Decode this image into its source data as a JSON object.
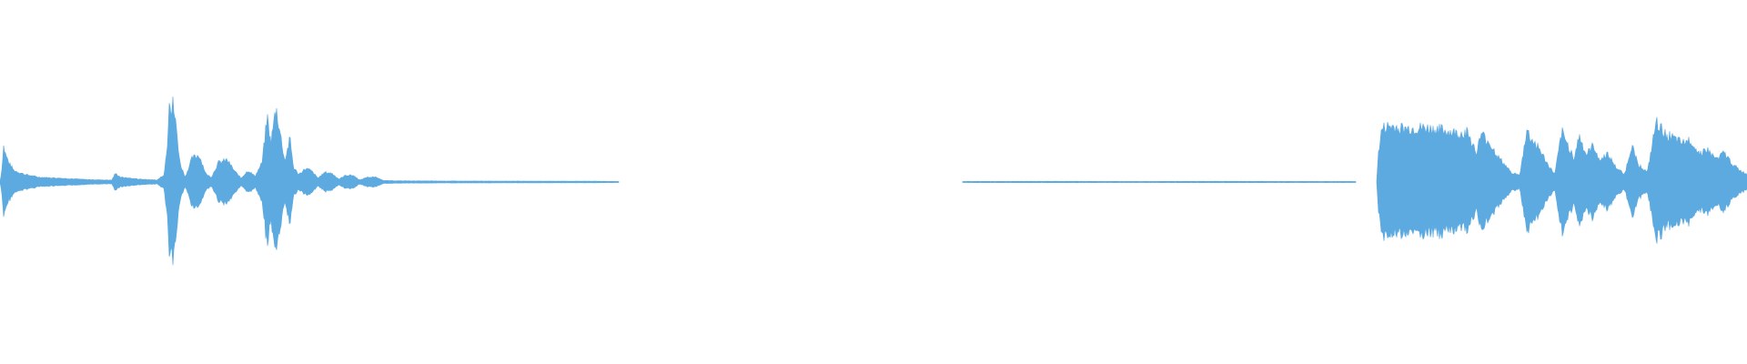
{
  "waveform": {
    "color": "#5daae0",
    "background": "#ffffff",
    "segments": [
      {
        "name": "segment-1",
        "envelope": [
          [
            0.0,
            0.0
          ],
          [
            0.001,
            0.12
          ],
          [
            0.002,
            0.38
          ],
          [
            0.003,
            0.3
          ],
          [
            0.005,
            0.2
          ],
          [
            0.008,
            0.12
          ],
          [
            0.014,
            0.08
          ],
          [
            0.022,
            0.05
          ],
          [
            0.035,
            0.04
          ],
          [
            0.05,
            0.025
          ],
          [
            0.064,
            0.02
          ],
          [
            0.066,
            0.09
          ],
          [
            0.069,
            0.05
          ],
          [
            0.08,
            0.03
          ],
          [
            0.09,
            0.02
          ],
          [
            0.094,
            0.08
          ],
          [
            0.096,
            0.45
          ],
          [
            0.097,
            0.98
          ],
          [
            0.098,
            0.7
          ],
          [
            0.099,
            0.82
          ],
          [
            0.101,
            0.55
          ],
          [
            0.103,
            0.2
          ],
          [
            0.106,
            0.05
          ],
          [
            0.11,
            0.25
          ],
          [
            0.114,
            0.28
          ],
          [
            0.118,
            0.08
          ],
          [
            0.121,
            0.05
          ],
          [
            0.125,
            0.2
          ],
          [
            0.13,
            0.23
          ],
          [
            0.134,
            0.12
          ],
          [
            0.138,
            0.04
          ],
          [
            0.142,
            0.12
          ],
          [
            0.146,
            0.06
          ],
          [
            0.15,
            0.2
          ],
          [
            0.153,
            0.68
          ],
          [
            0.155,
            0.4
          ],
          [
            0.158,
            0.78
          ],
          [
            0.16,
            0.55
          ],
          [
            0.163,
            0.22
          ],
          [
            0.166,
            0.45
          ],
          [
            0.168,
            0.15
          ],
          [
            0.171,
            0.08
          ],
          [
            0.175,
            0.14
          ],
          [
            0.178,
            0.12
          ],
          [
            0.182,
            0.04
          ],
          [
            0.186,
            0.1
          ],
          [
            0.19,
            0.09
          ],
          [
            0.194,
            0.03
          ],
          [
            0.198,
            0.07
          ],
          [
            0.202,
            0.07
          ],
          [
            0.206,
            0.02
          ],
          [
            0.21,
            0.05
          ],
          [
            0.215,
            0.05
          ],
          [
            0.22,
            0.015
          ],
          [
            0.23,
            0.012
          ],
          [
            0.26,
            0.01
          ],
          [
            0.3,
            0.009
          ],
          [
            0.34,
            0.008
          ],
          [
            0.353,
            0.006
          ],
          [
            0.354,
            0.0
          ]
        ]
      },
      {
        "name": "segment-2",
        "envelope": [
          [
            0.551,
            0.0
          ],
          [
            0.552,
            0.006
          ],
          [
            0.6,
            0.007
          ],
          [
            0.65,
            0.006
          ],
          [
            0.7,
            0.007
          ],
          [
            0.75,
            0.006
          ],
          [
            0.775,
            0.006
          ],
          [
            0.776,
            0.0
          ]
        ]
      },
      {
        "name": "segment-3",
        "envelope": [
          [
            0.788,
            0.0
          ],
          [
            0.789,
            0.3
          ],
          [
            0.791,
            0.55
          ],
          [
            0.795,
            0.58
          ],
          [
            0.805,
            0.55
          ],
          [
            0.815,
            0.56
          ],
          [
            0.825,
            0.54
          ],
          [
            0.835,
            0.5
          ],
          [
            0.84,
            0.52
          ],
          [
            0.845,
            0.3
          ],
          [
            0.848,
            0.5
          ],
          [
            0.852,
            0.42
          ],
          [
            0.858,
            0.25
          ],
          [
            0.865,
            0.1
          ],
          [
            0.87,
            0.07
          ],
          [
            0.874,
            0.55
          ],
          [
            0.876,
            0.45
          ],
          [
            0.88,
            0.38
          ],
          [
            0.886,
            0.18
          ],
          [
            0.89,
            0.08
          ],
          [
            0.894,
            0.52
          ],
          [
            0.897,
            0.4
          ],
          [
            0.901,
            0.25
          ],
          [
            0.904,
            0.48
          ],
          [
            0.908,
            0.28
          ],
          [
            0.912,
            0.38
          ],
          [
            0.916,
            0.22
          ],
          [
            0.92,
            0.3
          ],
          [
            0.925,
            0.15
          ],
          [
            0.93,
            0.08
          ],
          [
            0.934,
            0.38
          ],
          [
            0.938,
            0.18
          ],
          [
            0.943,
            0.1
          ],
          [
            0.948,
            0.62
          ],
          [
            0.952,
            0.52
          ],
          [
            0.958,
            0.45
          ],
          [
            0.963,
            0.4
          ],
          [
            0.968,
            0.44
          ],
          [
            0.972,
            0.3
          ],
          [
            0.977,
            0.34
          ],
          [
            0.982,
            0.24
          ],
          [
            0.987,
            0.3
          ],
          [
            0.992,
            0.18
          ],
          [
            0.996,
            0.12
          ],
          [
            1.0,
            0.08
          ]
        ]
      }
    ]
  }
}
